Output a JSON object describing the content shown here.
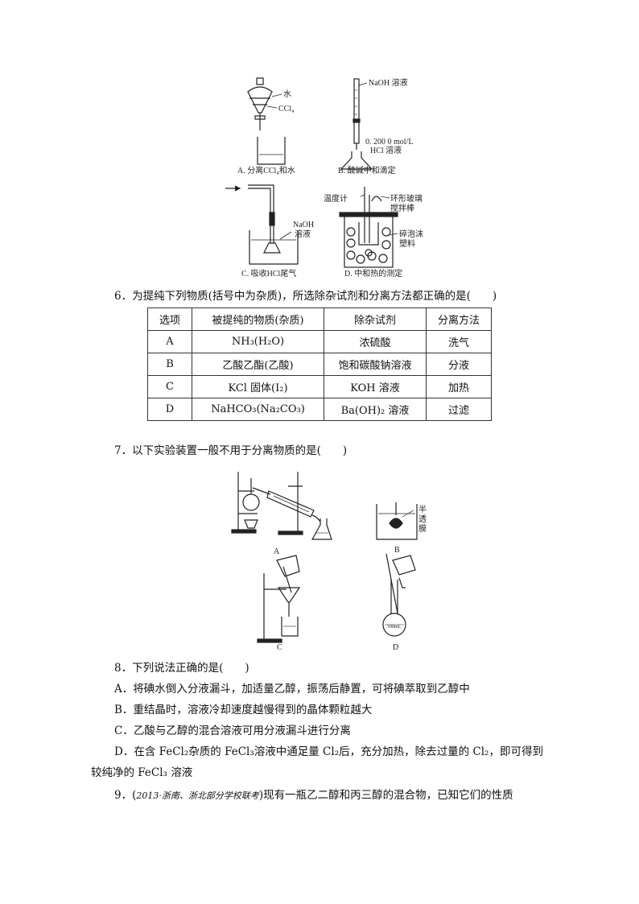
{
  "fig5": {
    "a": {
      "water": "水",
      "ccl4": "CCl₄",
      "caption": "A. 分离CCl₄和水"
    },
    "b": {
      "naoh": "NaOH 溶液",
      "conc": "0. 200 0 mol/L",
      "hcl": "HCl 溶液",
      "caption": "B. 酸碱中和滴定"
    },
    "c": {
      "naoh1": "NaOH",
      "naoh2": "溶液",
      "caption": "C. 吸收HCl尾气"
    },
    "d": {
      "thermo": "温度计",
      "stir1": "环形玻璃",
      "stir2": "搅拌棒",
      "foam1": "碎泡沫",
      "foam2": "塑料",
      "caption": "D. 中和热的测定"
    }
  },
  "q6": {
    "text": "6．为提纯下列物质(括号中为杂质)，所选除杂试剂和分离方法都正确的是(　　)",
    "header": [
      "选项",
      "被提纯的物质(杂质)",
      "除杂试剂",
      "分离方法"
    ],
    "rows": [
      [
        "A",
        "NH₃(H₂O)",
        "浓硫酸",
        "洗气"
      ],
      [
        "B",
        "乙酸乙酯(乙酸)",
        "饱和碳酸钠溶液",
        "分液"
      ],
      [
        "C",
        "KCl 固体(I₂)",
        "KOH 溶液",
        "加热"
      ],
      [
        "D",
        "NaHCO₃(Na₂CO₃)",
        "Ba(OH)₂ 溶液",
        "过滤"
      ]
    ]
  },
  "q7": {
    "text": "7．以下实验装置一般不用于分离物质的是(　　)",
    "labels": {
      "a": "A",
      "b": "B",
      "c": "C",
      "d": "D",
      "membrane1": "半",
      "membrane2": "透",
      "membrane3": "膜",
      "flask": "100mL"
    }
  },
  "q8": {
    "text": "8．下列说法正确的是(　　)",
    "a": "A．将碘水倒入分液漏斗，加适量乙醇，振荡后静置，可将碘萃取到乙醇中",
    "b": "B．重结晶时，溶液冷却速度越慢得到的晶体颗粒越大",
    "c": "C．乙酸与乙醇的混合溶液可用分液漏斗进行分离",
    "d1": "D．在含 FeCl₂杂质的 FeCl₃溶液中通足量 Cl₂后，充分加热，除去过量的 Cl₂，即可得到",
    "d2": "较纯净的 FeCl₃ 溶液"
  },
  "q9": {
    "prefix": "9．(",
    "source": "2013·浙南、浙北部分学校联考",
    "suffix": ")现有一瓶乙二醇和丙三醇的混合物，已知它们的性质"
  }
}
